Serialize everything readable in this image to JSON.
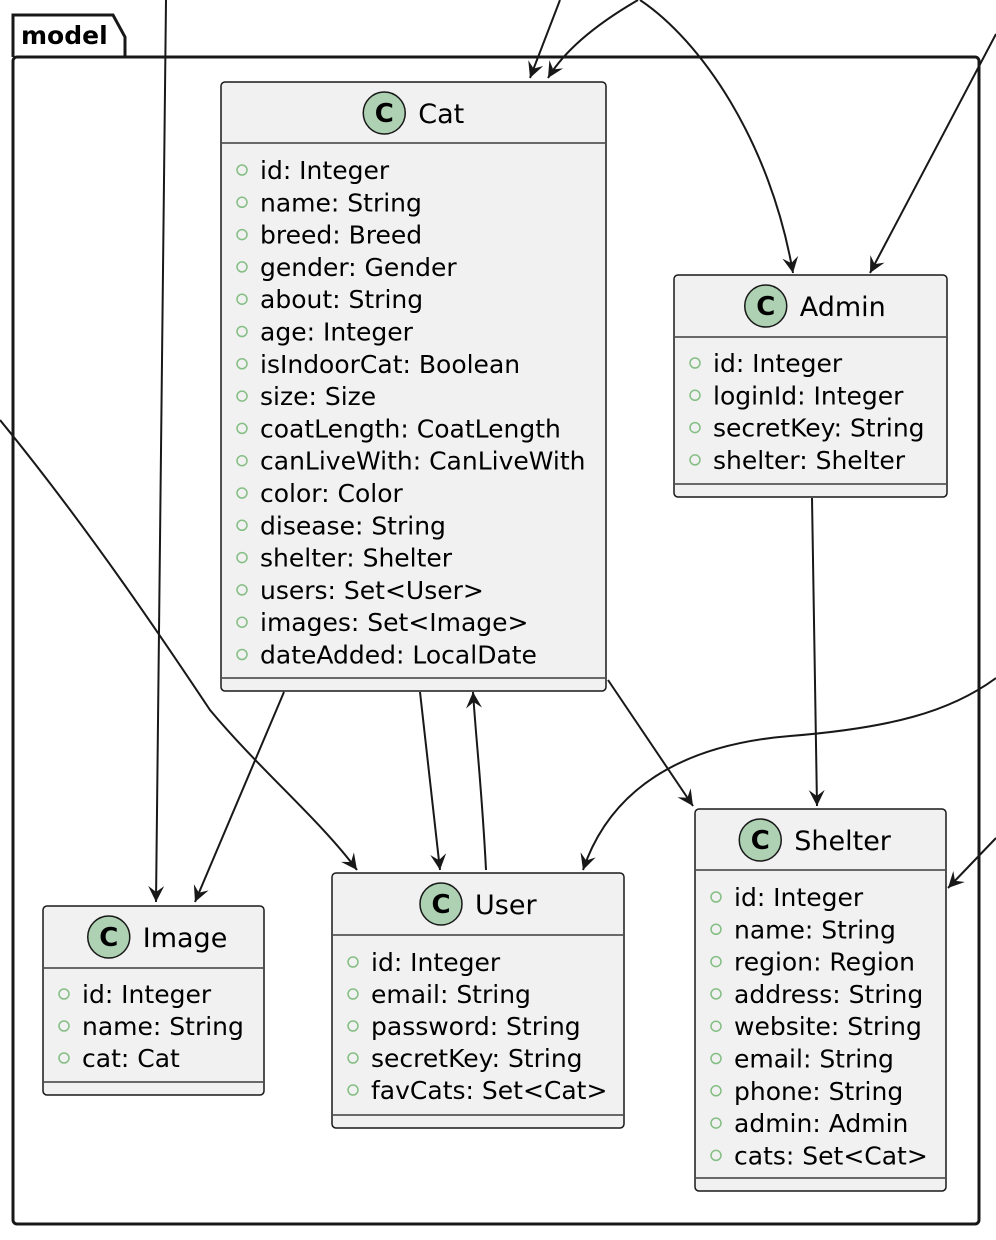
{
  "package": {
    "name": "model"
  },
  "classes": [
    {
      "id": "cat",
      "name": "Cat",
      "stereotype": "C",
      "attributes": [
        "id: Integer",
        "name: String",
        "breed: Breed",
        "gender: Gender",
        "about: String",
        "age: Integer",
        "isIndoorCat: Boolean",
        "size: Size",
        "coatLength: CoatLength",
        "canLiveWith: CanLiveWith",
        "color: Color",
        "disease: String",
        "shelter: Shelter",
        "users: Set<User>",
        "images: Set<Image>",
        "dateAdded: LocalDate"
      ]
    },
    {
      "id": "admin",
      "name": "Admin",
      "stereotype": "C",
      "attributes": [
        "id: Integer",
        "loginId: Integer",
        "secretKey: String",
        "shelter: Shelter"
      ]
    },
    {
      "id": "image",
      "name": "Image",
      "stereotype": "C",
      "attributes": [
        "id: Integer",
        "name: String",
        "cat: Cat"
      ]
    },
    {
      "id": "user",
      "name": "User",
      "stereotype": "C",
      "attributes": [
        "id: Integer",
        "email: String",
        "password: String",
        "secretKey: String",
        "favCats: Set<Cat>"
      ]
    },
    {
      "id": "shelter",
      "name": "Shelter",
      "stereotype": "C",
      "attributes": [
        "id: Integer",
        "name: String",
        "region: Region",
        "address: String",
        "website: String",
        "email: String",
        "phone: String",
        "admin: Admin",
        "cats: Set<Cat>"
      ]
    }
  ],
  "relations": [
    {
      "from": "cat",
      "to": "image"
    },
    {
      "from": "cat",
      "to": "user"
    },
    {
      "from": "user",
      "to": "cat"
    },
    {
      "from": "cat",
      "to": "shelter"
    },
    {
      "from": "admin",
      "to": "shelter"
    }
  ],
  "colors": {
    "box_fill": "#f1f1f1",
    "box_border": "#181818",
    "circle_fill": "#add1b2",
    "visibility_dot": "#84be84",
    "line": "#181818"
  }
}
